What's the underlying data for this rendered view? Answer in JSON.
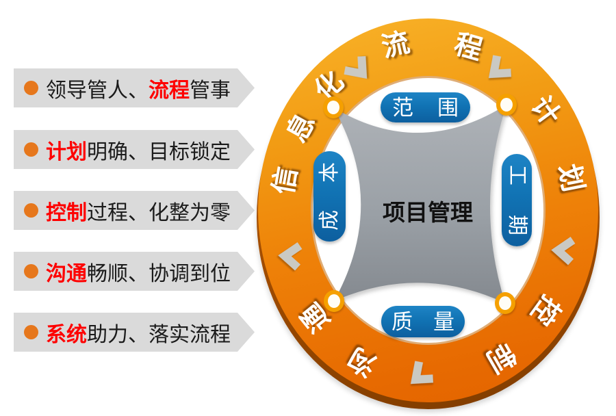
{
  "bullets": {
    "items": [
      {
        "pre": "领导管人、",
        "keyword": "流程",
        "post": "管事"
      },
      {
        "pre": "",
        "keyword": "计划",
        "post": "明确、目标锁定"
      },
      {
        "pre": "",
        "keyword": "控制",
        "post": "过程、化整为零"
      },
      {
        "pre": "",
        "keyword": "沟通",
        "post": "畅顺、协调到位"
      },
      {
        "pre": "",
        "keyword": "系统",
        "post": "助力、落实流程"
      }
    ],
    "keyword_color": "#fe0000",
    "text_color": "#1b1b1b",
    "bar_color": "#dadada",
    "dot_color": "#e6771c"
  },
  "ring": {
    "center_label": "项目管理",
    "words": [
      "信息化",
      "流程",
      "计划",
      "控制",
      "沟通"
    ],
    "chars": [
      {
        "ch": "沟",
        "angle": 207
      },
      {
        "ch": "通",
        "angle": 231
      },
      {
        "ch": "信",
        "angle": 280
      },
      {
        "ch": "息",
        "angle": 299
      },
      {
        "ch": "化",
        "angle": 317
      },
      {
        "ch": "流",
        "angle": 347
      },
      {
        "ch": "程",
        "angle": 16
      },
      {
        "ch": "计",
        "angle": 54
      },
      {
        "ch": "划",
        "angle": 79
      },
      {
        "ch": "控",
        "angle": 126
      },
      {
        "ch": "制",
        "angle": 150
      }
    ],
    "arrows": [
      {
        "angle": 330,
        "spin": -45
      },
      {
        "angle": 30,
        "spin": 45
      },
      {
        "angle": 104,
        "spin": 90
      },
      {
        "angle": 183,
        "spin": 45
      },
      {
        "angle": 254,
        "spin": 90
      }
    ],
    "colors": {
      "ring_light": "#f9b42a",
      "ring_dark": "#e36300",
      "rim": "#a04c00",
      "char_color": "#ffffff",
      "arrow_color": "#cac9c3",
      "eyelet": "#f5a000"
    }
  },
  "cushion": {
    "fill_top": "#aeb2b7",
    "fill_bottom": "#84898f"
  },
  "nodes": {
    "top": {
      "label": "范围",
      "chars": [
        "范",
        "围"
      ]
    },
    "bottom": {
      "label": "质量",
      "chars": [
        "质",
        "量"
      ]
    },
    "left": {
      "label": "成本",
      "chars": [
        "本",
        "成"
      ]
    },
    "right": {
      "label": "工期",
      "chars": [
        "工",
        "期"
      ]
    },
    "color": "#1173b4",
    "text_color": "#ffffff"
  }
}
